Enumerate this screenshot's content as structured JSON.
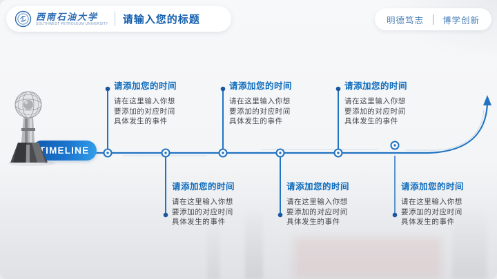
{
  "header": {
    "logo": {
      "name_cn": "西南石油大学",
      "name_en": "SOUTHWEST PETROLEUM UNIVERSITY"
    },
    "title": "请输入您的标题",
    "motto_left": "明德笃志",
    "motto_right": "博学创新"
  },
  "timeline": {
    "label": "TIMELINE",
    "items": [
      {
        "title": "请添加您的时间",
        "lines": [
          "请在这里输入你想",
          "要添加的对应时间",
          "具体发生的事件"
        ]
      },
      {
        "title": "请添加您的时间",
        "lines": [
          "请在这里输入你想",
          "要添加的对应时间",
          "具体发生的事件"
        ]
      },
      {
        "title": "请添加您的时间",
        "lines": [
          "请在这里输入你想",
          "要添加的对应时间",
          "具体发生的事件"
        ]
      },
      {
        "title": "请添加您的时间",
        "lines": [
          "请在这里输入你想",
          "要添加的对应时间",
          "具体发生的事件"
        ]
      },
      {
        "title": "请添加您的时间",
        "lines": [
          "请在这里输入你想",
          "要添加的对应时间",
          "具体发生的事件"
        ]
      },
      {
        "title": "请添加您的时间",
        "lines": [
          "请在这里输入你想",
          "要添加的对应时间",
          "具体发生的事件"
        ]
      }
    ]
  },
  "colors": {
    "accent_blue": "#1f74c0",
    "heading_blue": "#0d6cbd",
    "title_blue": "#1460ae",
    "pill_gradient_start": "#0f57ab",
    "pill_gradient_end": "#34a0ea",
    "end_dot_blue": "#1a57a0",
    "body_text": "#45474c"
  }
}
